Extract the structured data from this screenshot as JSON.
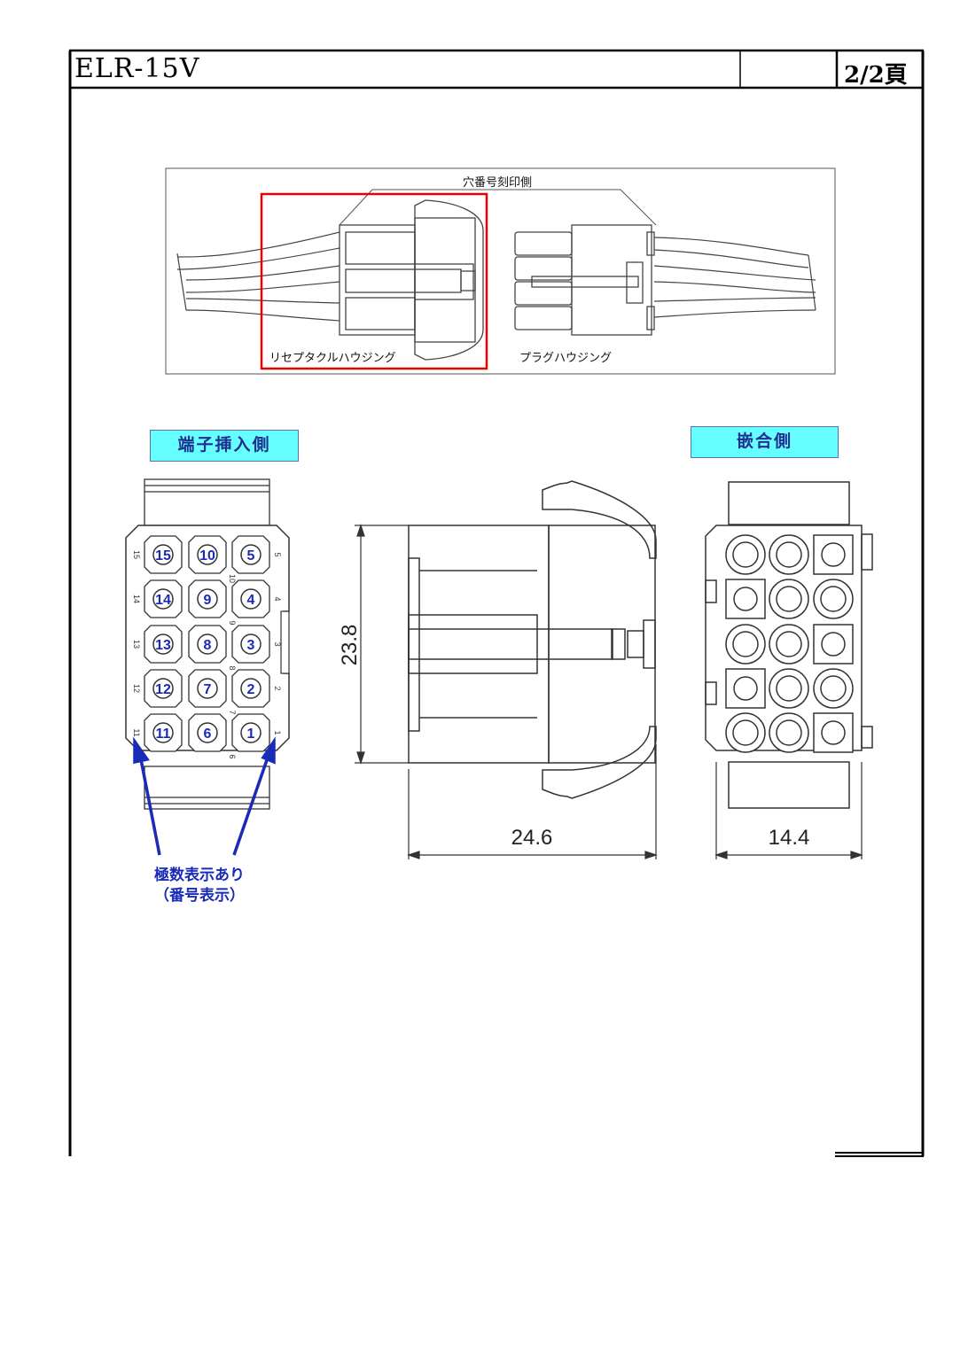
{
  "header": {
    "doc_title": "ELR-15V",
    "page_number": "2/2頁"
  },
  "overview": {
    "engraved_side_label": "穴番号刻印側",
    "receptacle_label": "リセプタクルハウジング",
    "plug_label": "プラグハウジング",
    "highlight_color": "#e60000"
  },
  "insert_view": {
    "title": "端子挿入側",
    "cavities": [
      {
        "row": 1,
        "left": "15",
        "mid": "10",
        "right": "5"
      },
      {
        "row": 2,
        "left": "14",
        "mid": "9",
        "right": "4"
      },
      {
        "row": 3,
        "left": "13",
        "mid": "8",
        "right": "3"
      },
      {
        "row": 4,
        "left": "12",
        "mid": "7",
        "right": "2"
      },
      {
        "row": 5,
        "left": "11",
        "mid": "6",
        "right": "1"
      }
    ],
    "side_marks_left": [
      "15",
      "14",
      "13",
      "12",
      "11"
    ],
    "side_marks_right": [
      "5",
      "4",
      "3",
      "2",
      "1"
    ],
    "side_marks_mid": [
      "10",
      "9",
      "8",
      "7",
      "6"
    ],
    "note_line1": "極数表示あり",
    "note_line2": "（番号表示）",
    "number_color": "#1a2bb8"
  },
  "side_view": {
    "height_dim": "23.8",
    "width_dim": "24.6"
  },
  "mating_view": {
    "title": "嵌合側",
    "width_dim": "14.4"
  },
  "colors": {
    "badge_fill": "#66ffff",
    "badge_text": "#1f2f8f"
  }
}
